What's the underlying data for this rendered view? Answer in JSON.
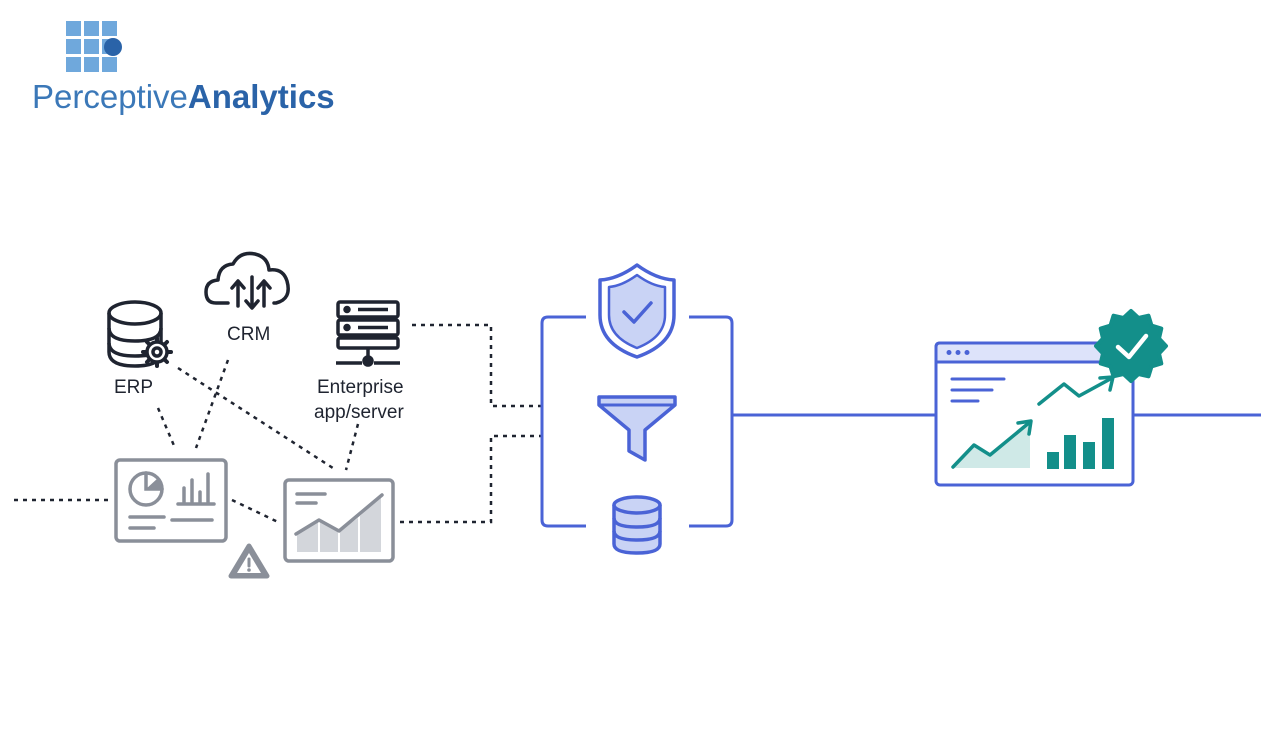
{
  "logo": {
    "light": "Perceptive",
    "bold": "Analytics"
  },
  "sources": {
    "erp": "ERP",
    "crm": "CRM",
    "enterprise_line1": "Enterprise",
    "enterprise_line2": "app/server"
  },
  "icons": {
    "logo_mark": "grid-squares-icon",
    "erp": "database-gear-icon",
    "crm": "cloud-sync-icon",
    "enterprise": "server-icon",
    "legacy_dashboard": "dashboard-icon",
    "legacy_report": "line-chart-icon",
    "warning": "warning-triangle-icon",
    "security": "shield-check-icon",
    "filter": "funnel-icon",
    "warehouse": "database-icon",
    "output_dashboard": "browser-dashboard-icon",
    "verified": "verified-badge-icon"
  },
  "colors": {
    "logo_blue": "#2a63a8",
    "logo_light_blue": "#6fa8dc",
    "icon_dark": "#1f2430",
    "legacy_gray": "#8a8f99",
    "pipeline_blue": "#4a63d6",
    "shield_fill": "#c9d3f5",
    "teal": "#138f8a",
    "teal_light": "#cfe9e7"
  }
}
